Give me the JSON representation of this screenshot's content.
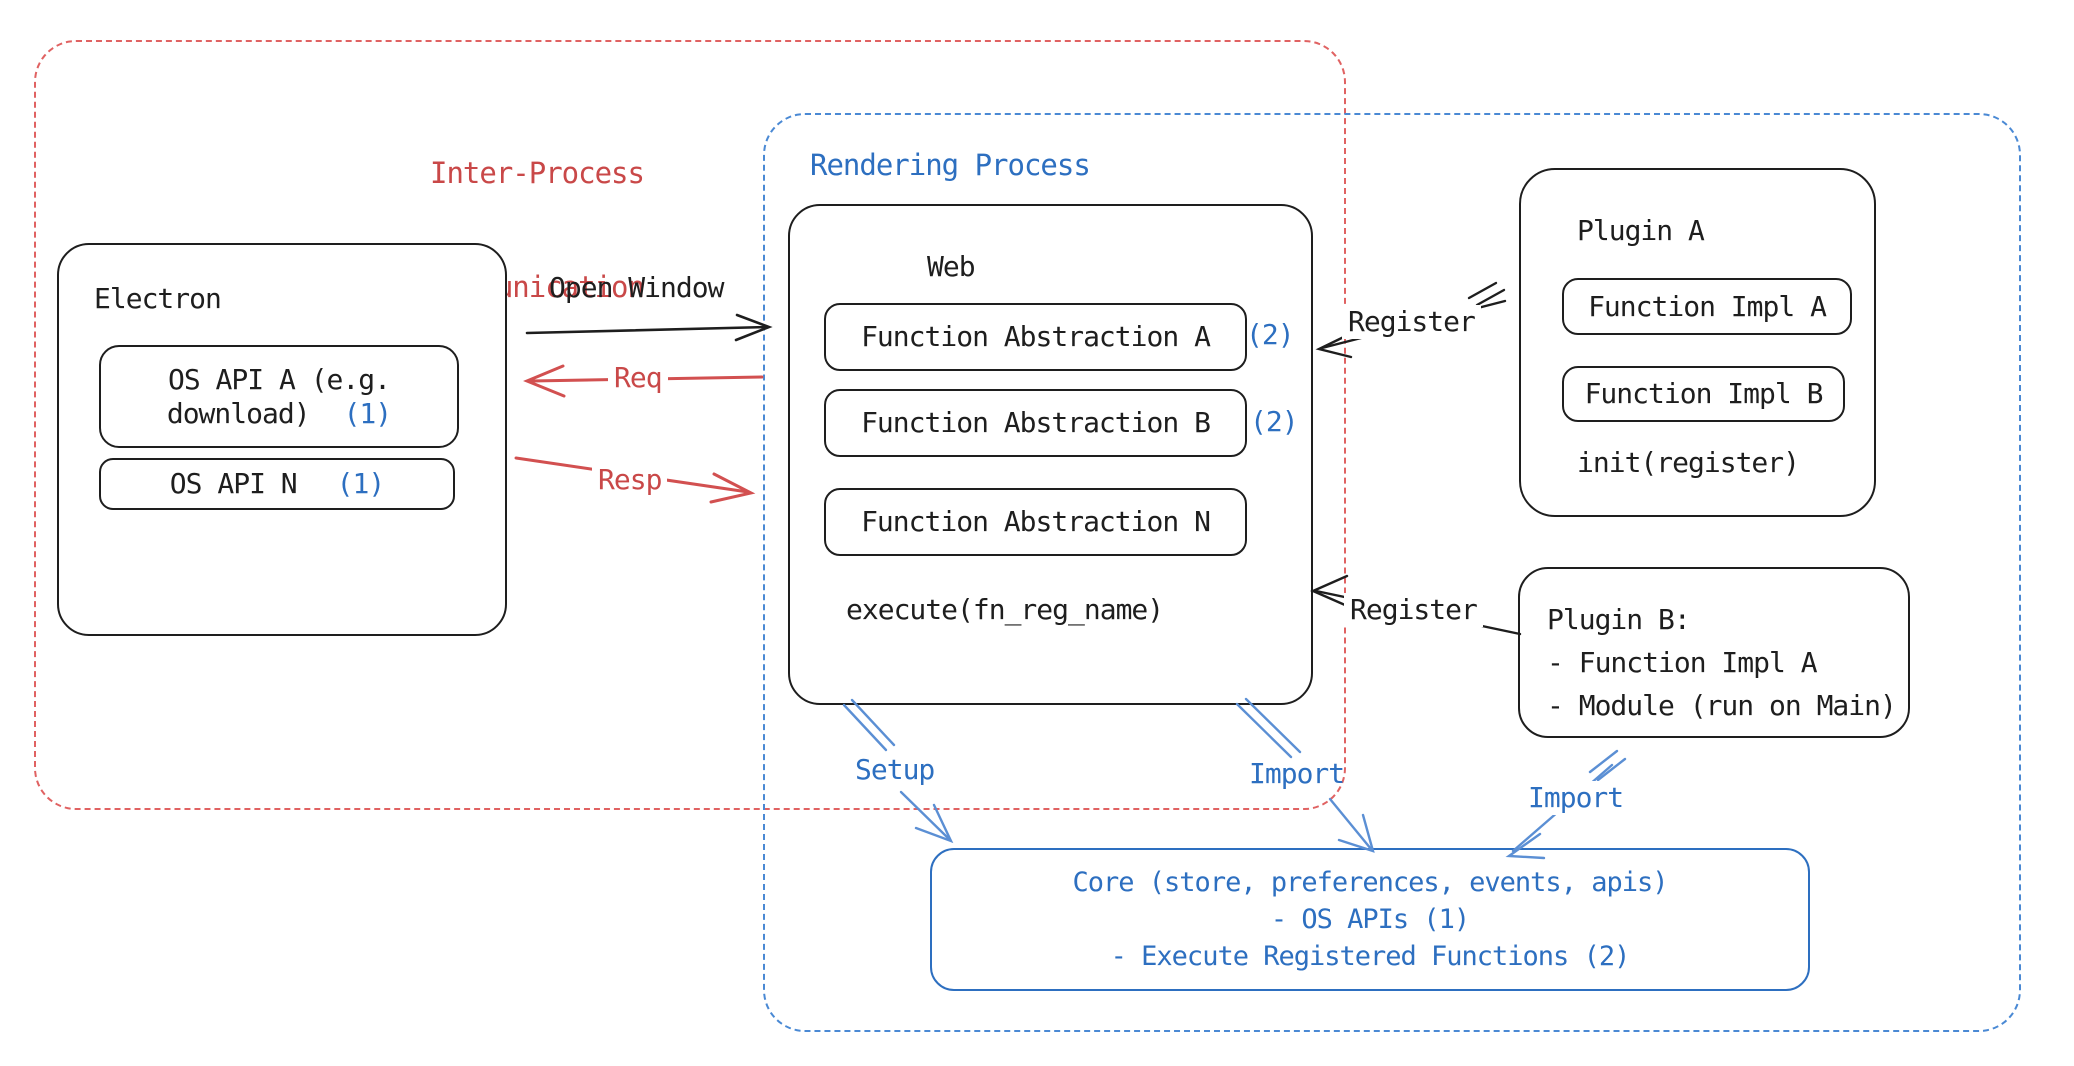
{
  "colors": {
    "black": "#1e1e1e",
    "red_text": "#c94848",
    "red_line": "#d25050",
    "red_dash": "#e06262",
    "blue_text": "#2d6fc0",
    "blue_line": "#5b8fd4",
    "blue_dash": "#4a89d4"
  },
  "regions": {
    "ipc": {
      "line1": "Inter-Process",
      "line2": "Communication"
    },
    "rendering": {
      "title": "Rendering Process"
    }
  },
  "electron": {
    "title": "Electron",
    "api_a_line1": "OS API A (e.g.",
    "api_a_line2": "download)",
    "api_a_ref": "(1)",
    "api_n_label": "OS API N",
    "api_n_ref": "(1)"
  },
  "web": {
    "title": "Web",
    "fa_a": "Function Abstraction A",
    "fa_a_ref": "(2)",
    "fa_b": "Function Abstraction B",
    "fa_b_ref": "(2)",
    "fa_n": "Function Abstraction N",
    "execute": "execute(fn_reg_name)"
  },
  "plugin_a": {
    "title": "Plugin A",
    "impl_a": "Function Impl A",
    "impl_b": "Function Impl B",
    "init": "init(register)"
  },
  "plugin_b": {
    "line1": "Plugin B:",
    "line2": "- Function Impl A",
    "line3": "- Module (run on Main)"
  },
  "core": {
    "line1": "Core (store, preferences, events, apis)",
    "line2": "- OS APIs (1)",
    "line3": "- Execute Registered Functions (2)"
  },
  "labels": {
    "open_window": "Open Window",
    "req": "Req",
    "resp": "Resp",
    "register_a": "Register",
    "register_b": "Register",
    "setup": "Setup",
    "import_web": "Import",
    "import_plugin": "Import"
  }
}
